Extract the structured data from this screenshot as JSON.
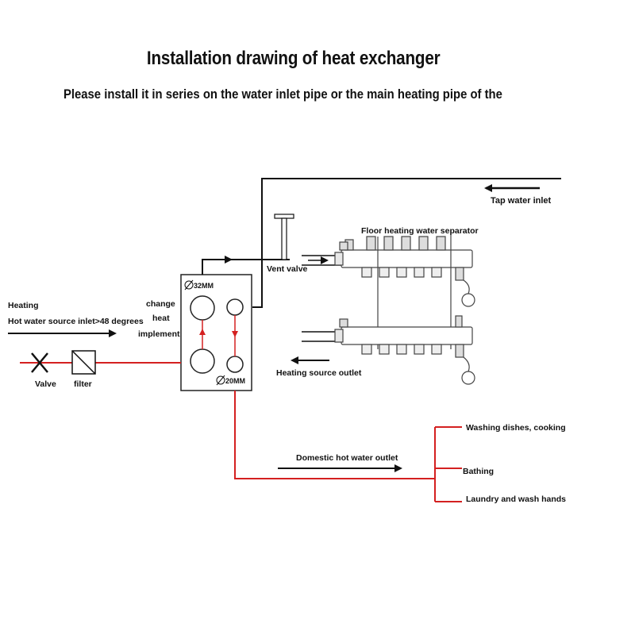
{
  "title": "Installation drawing of heat exchanger",
  "subtitle": "Please install it in series on the water inlet pipe or the main heating pipe of the",
  "labels": {
    "tap_water_inlet": "Tap water inlet",
    "floor_separator": "Floor heating water separator",
    "vent_valve": "Vent valve",
    "heating": "Heating",
    "hot_water_source": "Hot water source inlet>48 degrees",
    "change": "change",
    "heat": "heat",
    "implement": "implement",
    "d32": "32MM",
    "d20": "20MM",
    "valve": "Valve",
    "filter": "filter",
    "heating_source_outlet": "Heating source outlet",
    "domestic_hot_water_outlet": "Domestic hot water outlet",
    "washing": "Washing dishes, cooking",
    "bathing": "Bathing",
    "laundry": "Laundry and wash hands"
  },
  "colors": {
    "pipe_black": "#111111",
    "pipe_red": "#d42020",
    "manifold": "#555555"
  }
}
